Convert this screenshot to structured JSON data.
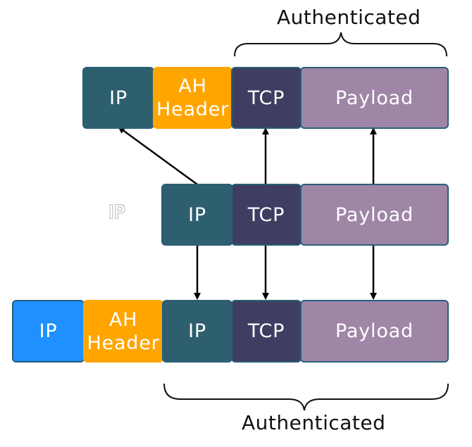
{
  "top_brace_label": "Authenticated",
  "bottom_brace_label": "Authenticated",
  "colors": {
    "ip": "#2e5f6e",
    "ip_new": "#1e90ff",
    "ah": "#ffa500",
    "tcp": "#3f3d61",
    "payload": "#9f86a7",
    "border": "#2a5f78",
    "arrow": "#000000"
  },
  "transport_mode": {
    "ip": "IP",
    "ah_line1": "AH",
    "ah_line2": "Header",
    "tcp": "TCP",
    "payload": "Payload"
  },
  "original_packet": {
    "ghost_ip": "IP",
    "ip": "IP",
    "tcp": "TCP",
    "payload": "Payload"
  },
  "tunnel_mode": {
    "new_ip": "IP",
    "ah_line1": "AH",
    "ah_line2": "Header",
    "inner_ip": "IP",
    "tcp": "TCP",
    "payload": "Payload"
  }
}
